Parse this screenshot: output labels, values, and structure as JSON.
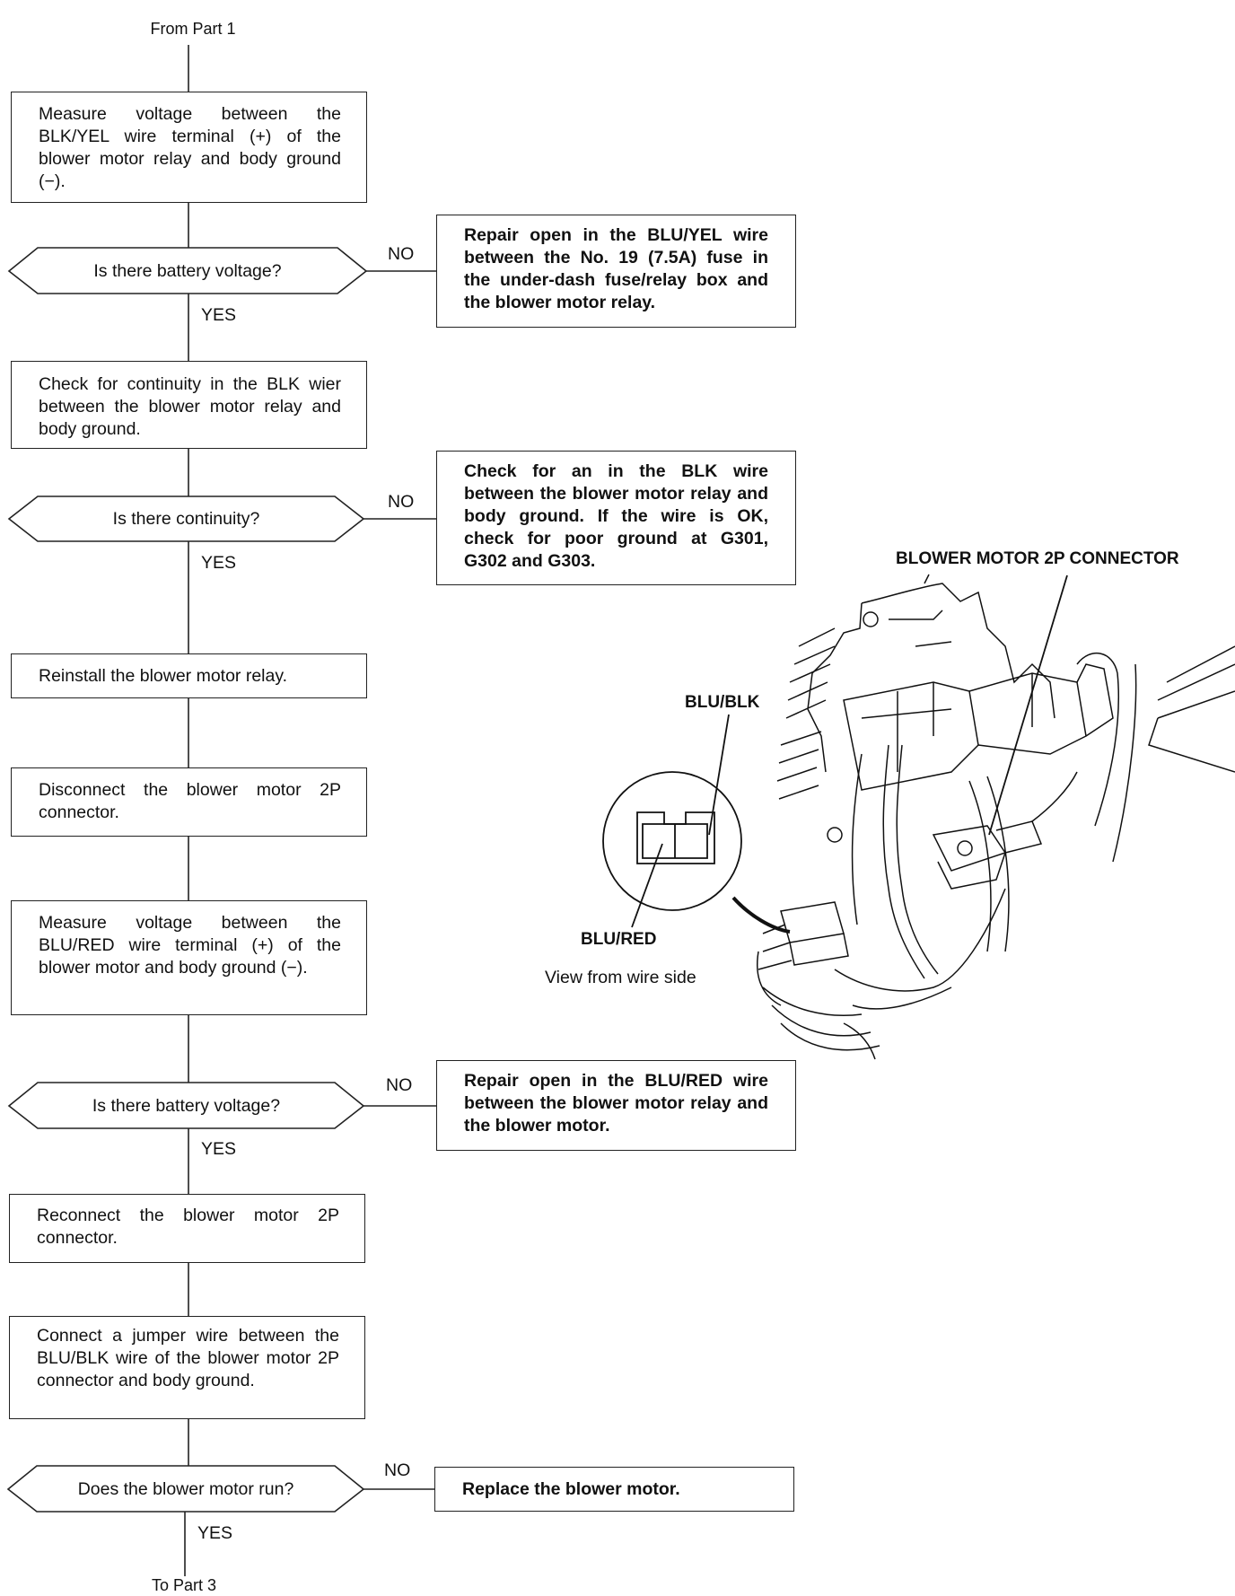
{
  "flow": {
    "start": "From Part 1",
    "end": "To Part 3",
    "yes": "YES",
    "no": "NO",
    "steps": [
      {
        "text": "Measure voltage between the BLK/YEL wire terminal (+) of the blower motor relay and body ground (−)."
      },
      {
        "question": "Is there battery voltage?",
        "no_action": "Repair open in the BLU/YEL wire between the No. 19 (7.5A) fuse in the under-dash fuse/relay box and the blower motor relay."
      },
      {
        "text": "Check for continuity in the BLK wier between the blower motor relay and body ground."
      },
      {
        "question": "Is there continuity?",
        "no_action": "Check for an in the BLK wire between the blower motor relay and body ground. If the wire is OK, check for poor ground at G301, G302 and G303."
      },
      {
        "text": "Reinstall the blower motor relay."
      },
      {
        "text": "Disconnect the blower motor 2P connector."
      },
      {
        "text": "Measure voltage between the BLU/RED wire terminal (+) of the blower motor and body ground (−)."
      },
      {
        "question": "Is there battery voltage?",
        "no_action": "Repair open in the BLU/RED wire between the blower motor relay and the blower motor."
      },
      {
        "text": "Reconnect the blower motor 2P connector."
      },
      {
        "text": "Connect a jumper wire between the BLU/BLK wire of the blower motor 2P connector and body ground."
      },
      {
        "question": "Does the blower motor run?",
        "no_action": "Replace the blower motor."
      }
    ]
  },
  "illustration": {
    "title": "BLOWER MOTOR 2P CONNECTOR",
    "pin_top": "BLU/BLK",
    "pin_bottom": "BLU/RED",
    "caption": "View from wire side"
  }
}
